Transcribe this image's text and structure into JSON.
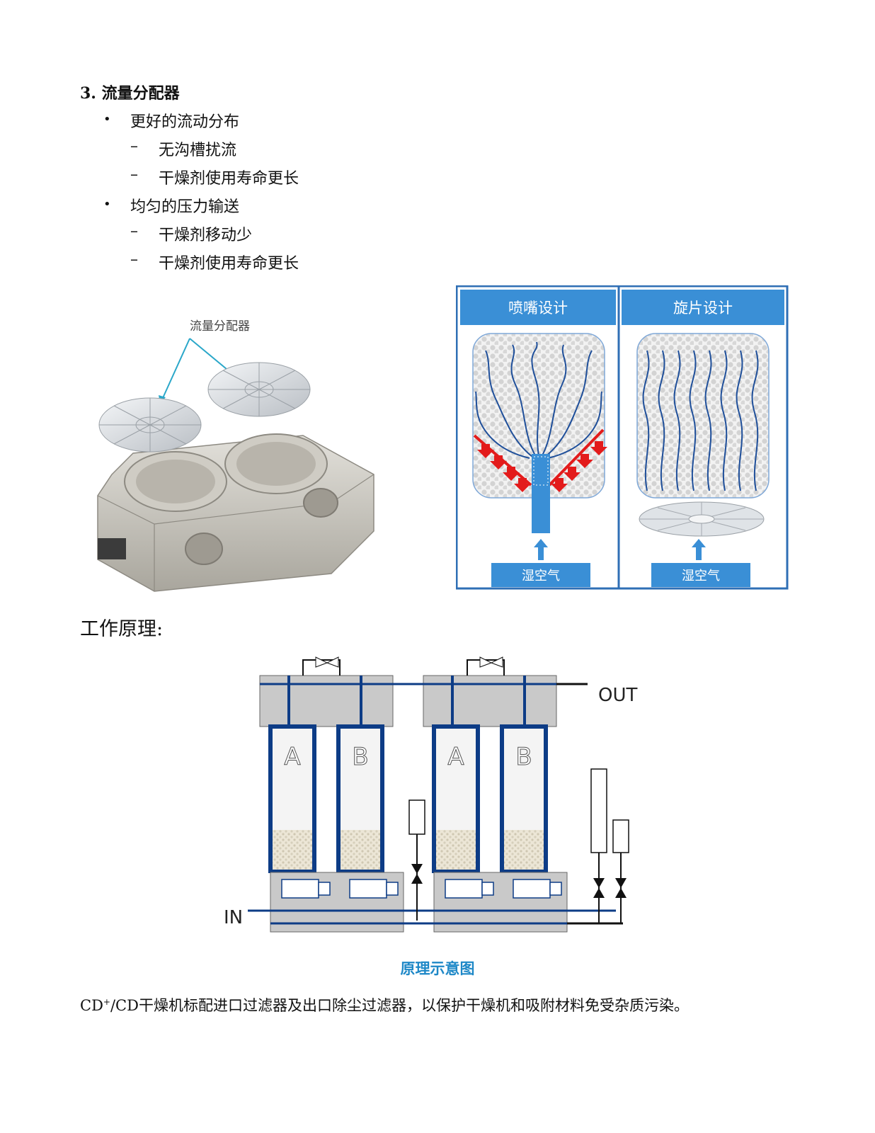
{
  "section3": {
    "heading": "3. 流量分配器",
    "bullets": [
      {
        "text": "更好的流动分布",
        "subs": [
          "无沟槽扰流",
          "干燥剂使用寿命更长"
        ]
      },
      {
        "text": "均匀的压力输送",
        "subs": [
          "干燥剂移动少",
          "干燥剂使用寿命更长"
        ]
      }
    ],
    "bullet_marker": "•",
    "dash_marker": "–"
  },
  "photo": {
    "label": "流量分配器"
  },
  "comparison": {
    "left_title": "喷嘴设计",
    "right_title": "旋片设计",
    "left_bottom": "湿空气",
    "right_bottom": "湿空气",
    "accent": "#3a8fd6",
    "frame": "#2f6fb5",
    "arrow_red": "#e31b1b"
  },
  "principle": {
    "heading": "工作原理:",
    "out_label": "OUT",
    "in_label": "IN",
    "tower_labels": [
      "A",
      "B",
      "A",
      "B"
    ],
    "caption": "原理示意图",
    "pipe_color": "#0d3c86"
  },
  "footer": {
    "pre": "CD",
    "sup": "+",
    "post": "/CD干燥机标配进口过滤器及出口除尘过滤器，以保护干燥机和吸附材料免受杂质污染。"
  }
}
